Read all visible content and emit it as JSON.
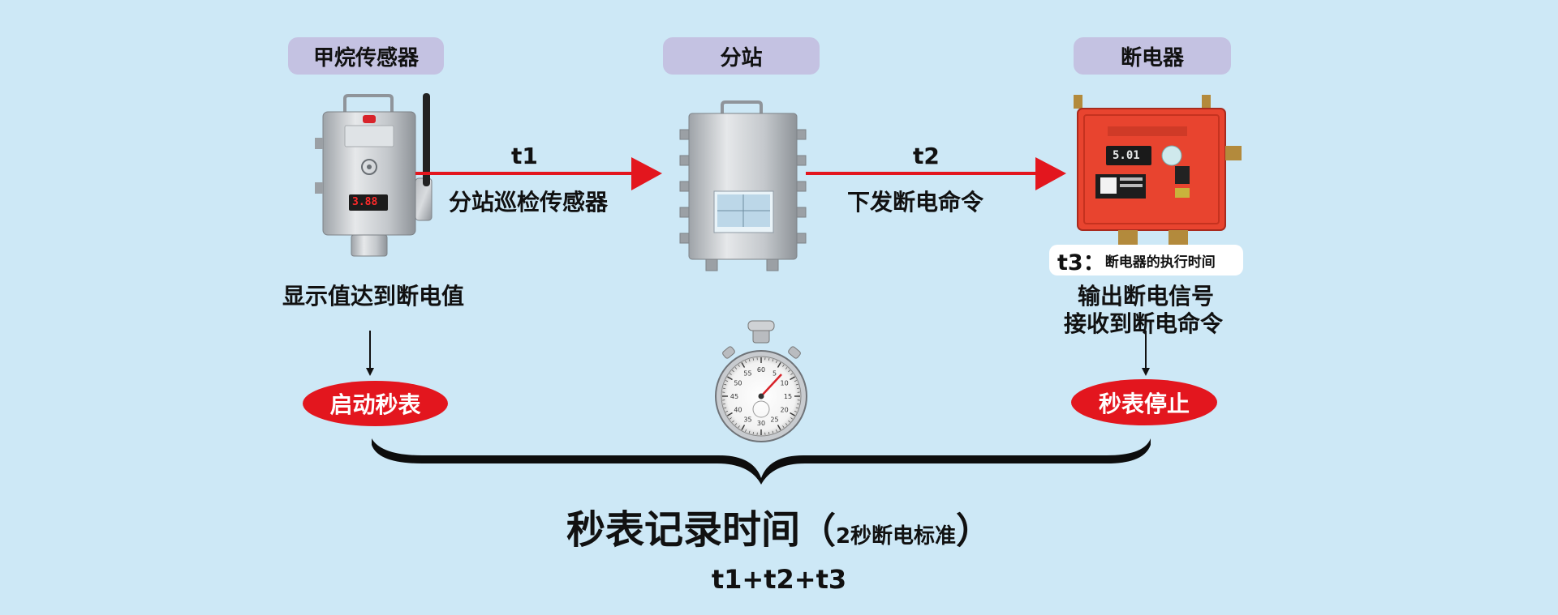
{
  "devices": {
    "sensor": {
      "label": "甲烷传感器",
      "display": "3.88",
      "caption": "显示值达到断电值"
    },
    "substation": {
      "label": "分站"
    },
    "breaker": {
      "label": "断电器",
      "display": "5.01",
      "caption_line1": "输出断电信号",
      "caption_line2": "接收到断电命令"
    }
  },
  "arrows": {
    "a1": {
      "tag": "t1",
      "text": "分站巡检传感器"
    },
    "a2": {
      "tag": "t2",
      "text": "下发断电命令"
    }
  },
  "t3": {
    "tag": "t3：",
    "text": "断电器的执行时间"
  },
  "stopwatch": {
    "start": "启动秒表",
    "stop": "秒表停止",
    "dial_numbers": [
      "60",
      "5",
      "10",
      "15",
      "20",
      "25",
      "30",
      "35",
      "40",
      "45",
      "50",
      "55"
    ]
  },
  "summary": {
    "title": "秒表记录时间",
    "paren_open": "（",
    "standard": "2秒断电标准",
    "paren_close": "）",
    "formula": "t1+t2+t3"
  },
  "colors": {
    "background": "#cde8f6",
    "pill": "#c4c2e2",
    "accent_red": "#e3161e",
    "breaker_body": "#e8442f"
  }
}
